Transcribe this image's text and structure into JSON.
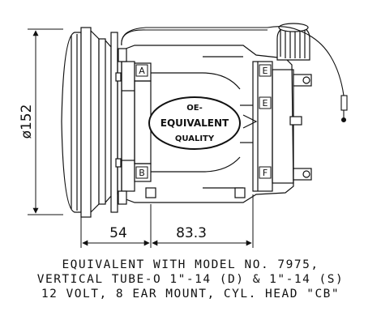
{
  "dimensions": {
    "diameter": "ø152",
    "pulley_offset": "54",
    "body_length": "83.3"
  },
  "badge": {
    "line1": "OE-",
    "line2": "EQUIVALENT",
    "line3": "QUALITY"
  },
  "port_labels": {
    "left_top": "A",
    "left_bottom": "B",
    "right_top": "E",
    "right_mid": "E",
    "right_bottom": "F"
  },
  "caption": {
    "line1": "EQUIVALENT WITH MODEL NO. 7975,",
    "line2": "VERTICAL TUBE-O 1\"-14 (D) & 1\"-14 (S)",
    "line3": "12 VOLT, 8 EAR MOUNT, CYL. HEAD \"CB\""
  }
}
